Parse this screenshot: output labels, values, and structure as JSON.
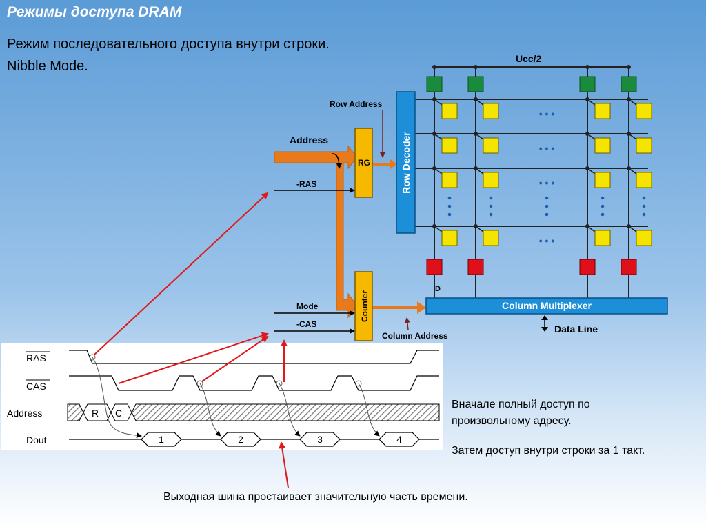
{
  "slide": {
    "title": "Режимы доступа DRAM",
    "subtitle_line1": "Режим последовательного доступа внутри строки.",
    "subtitle_line2": "Nibble Mode."
  },
  "circuit": {
    "vcc_label": "Ucc/2",
    "row_address_label": "Row Address",
    "address_label": "Address",
    "ras_label": "-RAS",
    "rg_label": "RG",
    "row_decoder_label": "Row Decoder",
    "mode_label": "Mode",
    "cas_label": "-CAS",
    "counter_label": "Counter",
    "column_address_label": "Column Address",
    "column_multiplexer_label": "Column Multiplexer",
    "data_line_label": "Data Line",
    "d_label": "D",
    "ellipsis": "• • •",
    "colors": {
      "cell": "#f5e400",
      "sense": "#1a8a3c",
      "red": "#e0101a",
      "orange": "#e87a1c",
      "decoder": "#1c8fd8",
      "rg": "#f7b800"
    }
  },
  "timing": {
    "signals": [
      "RAS",
      "CAS",
      "Address",
      "Dout"
    ],
    "address_tokens": [
      "R",
      "C"
    ],
    "dout_tokens": [
      "1",
      "2",
      "3",
      "4"
    ]
  },
  "notes": {
    "note1_line1": "Вначале полный доступ по",
    "note1_line2": "произвольному адресу.",
    "note2": "Затем доступ внутри строки за 1 такт.",
    "note3": "Выходная шина простаивает значительную часть времени."
  }
}
